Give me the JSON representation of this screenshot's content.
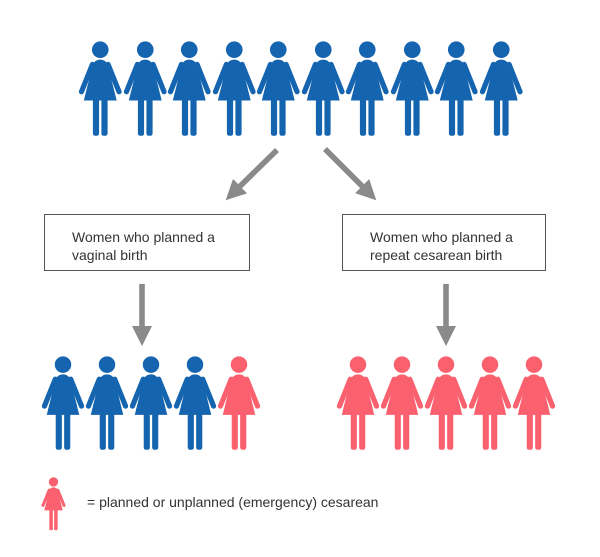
{
  "colors": {
    "blue": "#1464AF",
    "pink": "#FA606E",
    "arrow_gray": "#8A8A8A",
    "box_border": "#555555",
    "text": "#333333",
    "background": "#FFFFFF"
  },
  "top_group": {
    "description": "ten women",
    "icons": [
      "blue",
      "blue",
      "blue",
      "blue",
      "blue",
      "blue",
      "blue",
      "blue",
      "blue",
      "blue"
    ]
  },
  "left_branch": {
    "box_label": "Women who planned a vaginal birth",
    "box_label_lines": [
      "Women who planned a",
      "vaginal birth"
    ],
    "icons": [
      "blue",
      "blue",
      "blue",
      "blue",
      "pink"
    ]
  },
  "right_branch": {
    "box_label": "Women who planned a repeat cesarean birth",
    "box_label_lines": [
      "Women who planned a",
      "repeat cesarean birth"
    ],
    "icons": [
      "pink",
      "pink",
      "pink",
      "pink",
      "pink"
    ]
  },
  "legend": {
    "icons": [
      "pink"
    ],
    "label": "= planned or unplanned (emergency) cesarean"
  }
}
